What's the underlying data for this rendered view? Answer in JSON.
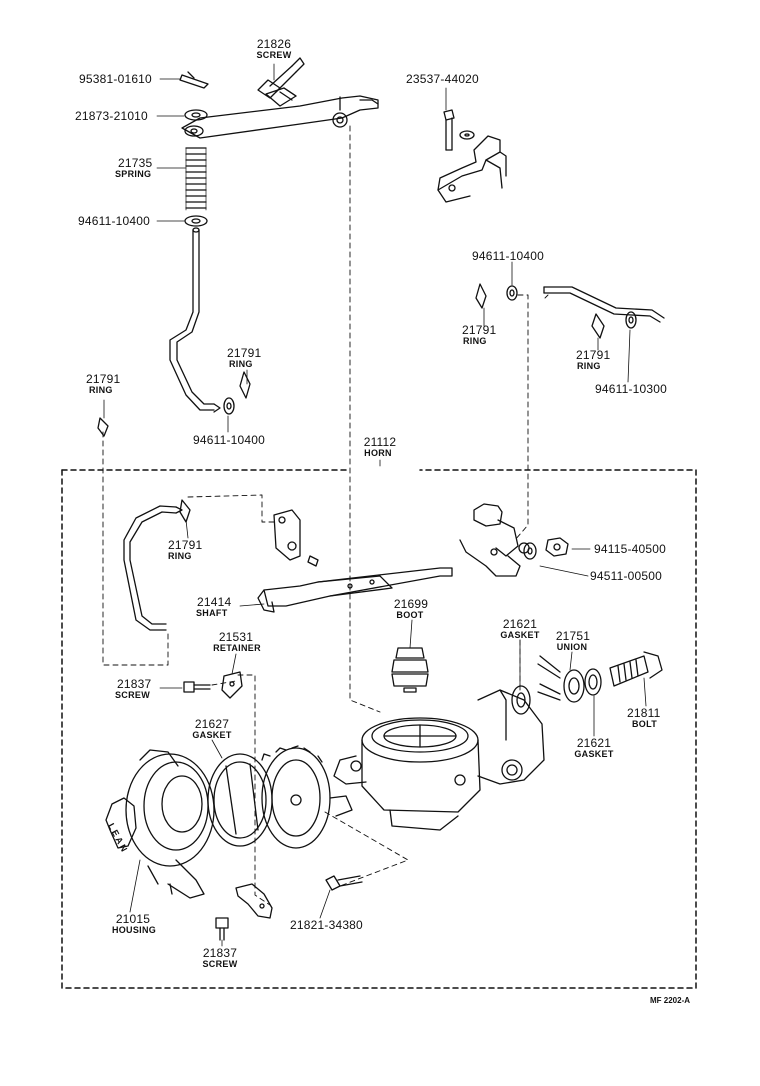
{
  "diagram": {
    "code": "MF 2202-A",
    "housing_lettering": "LEAN",
    "parts": [
      {
        "number": "21826",
        "name": "SCREW"
      },
      {
        "number": "95381-01610",
        "name": ""
      },
      {
        "number": "21873-21010",
        "name": ""
      },
      {
        "number": "21735",
        "name": "SPRING"
      },
      {
        "number": "94611-10400",
        "name": ""
      },
      {
        "number": "23537-44020",
        "name": ""
      },
      {
        "number": "94611-10400",
        "name": ""
      },
      {
        "number": "21791",
        "name": "RING"
      },
      {
        "number": "21791",
        "name": "RING"
      },
      {
        "number": "94611-10300",
        "name": ""
      },
      {
        "number": "21791",
        "name": "RING"
      },
      {
        "number": "94611-10400",
        "name": ""
      },
      {
        "number": "21791",
        "name": "RING"
      },
      {
        "number": "21112",
        "name": "HORN"
      },
      {
        "number": "21791",
        "name": "RING"
      },
      {
        "number": "94115-40500",
        "name": ""
      },
      {
        "number": "94511-00500",
        "name": ""
      },
      {
        "number": "21414",
        "name": "SHAFT"
      },
      {
        "number": "21699",
        "name": "BOOT"
      },
      {
        "number": "21621",
        "name": "GASKET"
      },
      {
        "number": "21751",
        "name": "UNION"
      },
      {
        "number": "21531",
        "name": "RETAINER"
      },
      {
        "number": "21837",
        "name": "SCREW"
      },
      {
        "number": "21811",
        "name": "BOLT"
      },
      {
        "number": "21621",
        "name": "GASKET"
      },
      {
        "number": "21627",
        "name": "GASKET"
      },
      {
        "number": "21015",
        "name": "HOUSING"
      },
      {
        "number": "21821-34380",
        "name": ""
      },
      {
        "number": "21837",
        "name": "SCREW"
      }
    ]
  }
}
